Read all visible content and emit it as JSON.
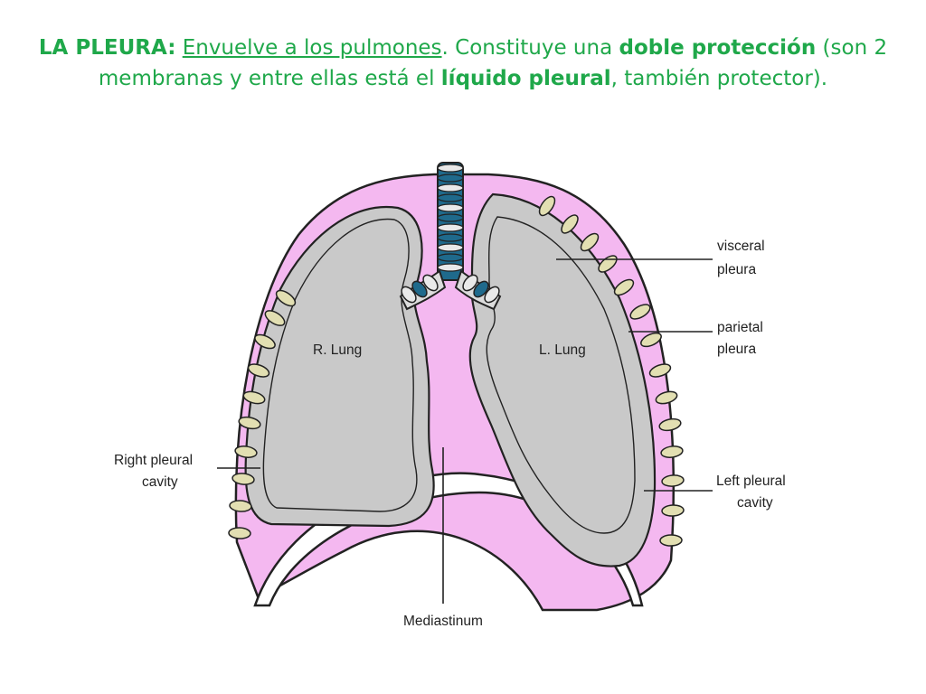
{
  "title": {
    "heading": "LA PLEURA:",
    "part1": "Envuelve a los pulmones",
    "part2": ". Constituye una ",
    "bold1": "doble protección",
    "part3": " (son 2 membranas y entre ellas está el ",
    "bold2": "líquido pleural",
    "part4": ", también protector)."
  },
  "labels": {
    "right_lung": "R. Lung",
    "left_lung": "L. Lung",
    "visceral_1": "visceral",
    "visceral_2": "pleura",
    "parietal_1": "parietal",
    "parietal_2": "pleura",
    "right_cavity_1": "Right pleural",
    "right_cavity_2": "cavity",
    "left_cavity_1": "Left pleural",
    "left_cavity_2": "cavity",
    "mediastinum": "Mediastinum"
  },
  "colors": {
    "title": "#1fa84a",
    "pleura_pink": "#f4b8f0",
    "lung_gray": "#c9c9c9",
    "rib_beige": "#e2dfb2",
    "trachea_blue": "#1f6a8c"
  }
}
